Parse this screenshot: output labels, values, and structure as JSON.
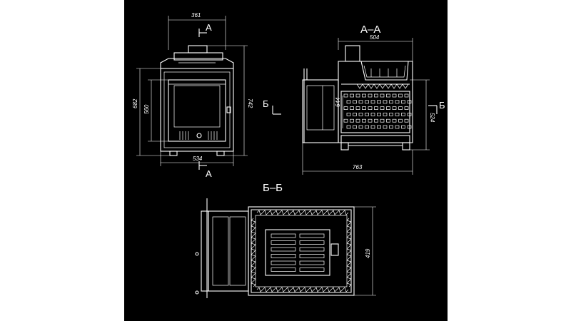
{
  "front_view": {
    "dim_top_width": "361",
    "dim_bottom_width": "534",
    "dim_height_outer": "682",
    "dim_height_inner": "560",
    "dim_height_right": "742",
    "section_mark_top": "А",
    "section_mark_bottom": "А"
  },
  "side_view": {
    "section_title": "А–А",
    "dim_top": "504",
    "dim_bottom": "763",
    "dim_inner_height": "644",
    "dim_right_height": "524",
    "section_mark_left": "Б",
    "section_mark_right": "Б"
  },
  "plan_view": {
    "section_title": "Б–Б",
    "dim_depth": "419"
  },
  "colors": {
    "background": "#000000",
    "lines": "#ffffff",
    "page": "#ffffff"
  }
}
